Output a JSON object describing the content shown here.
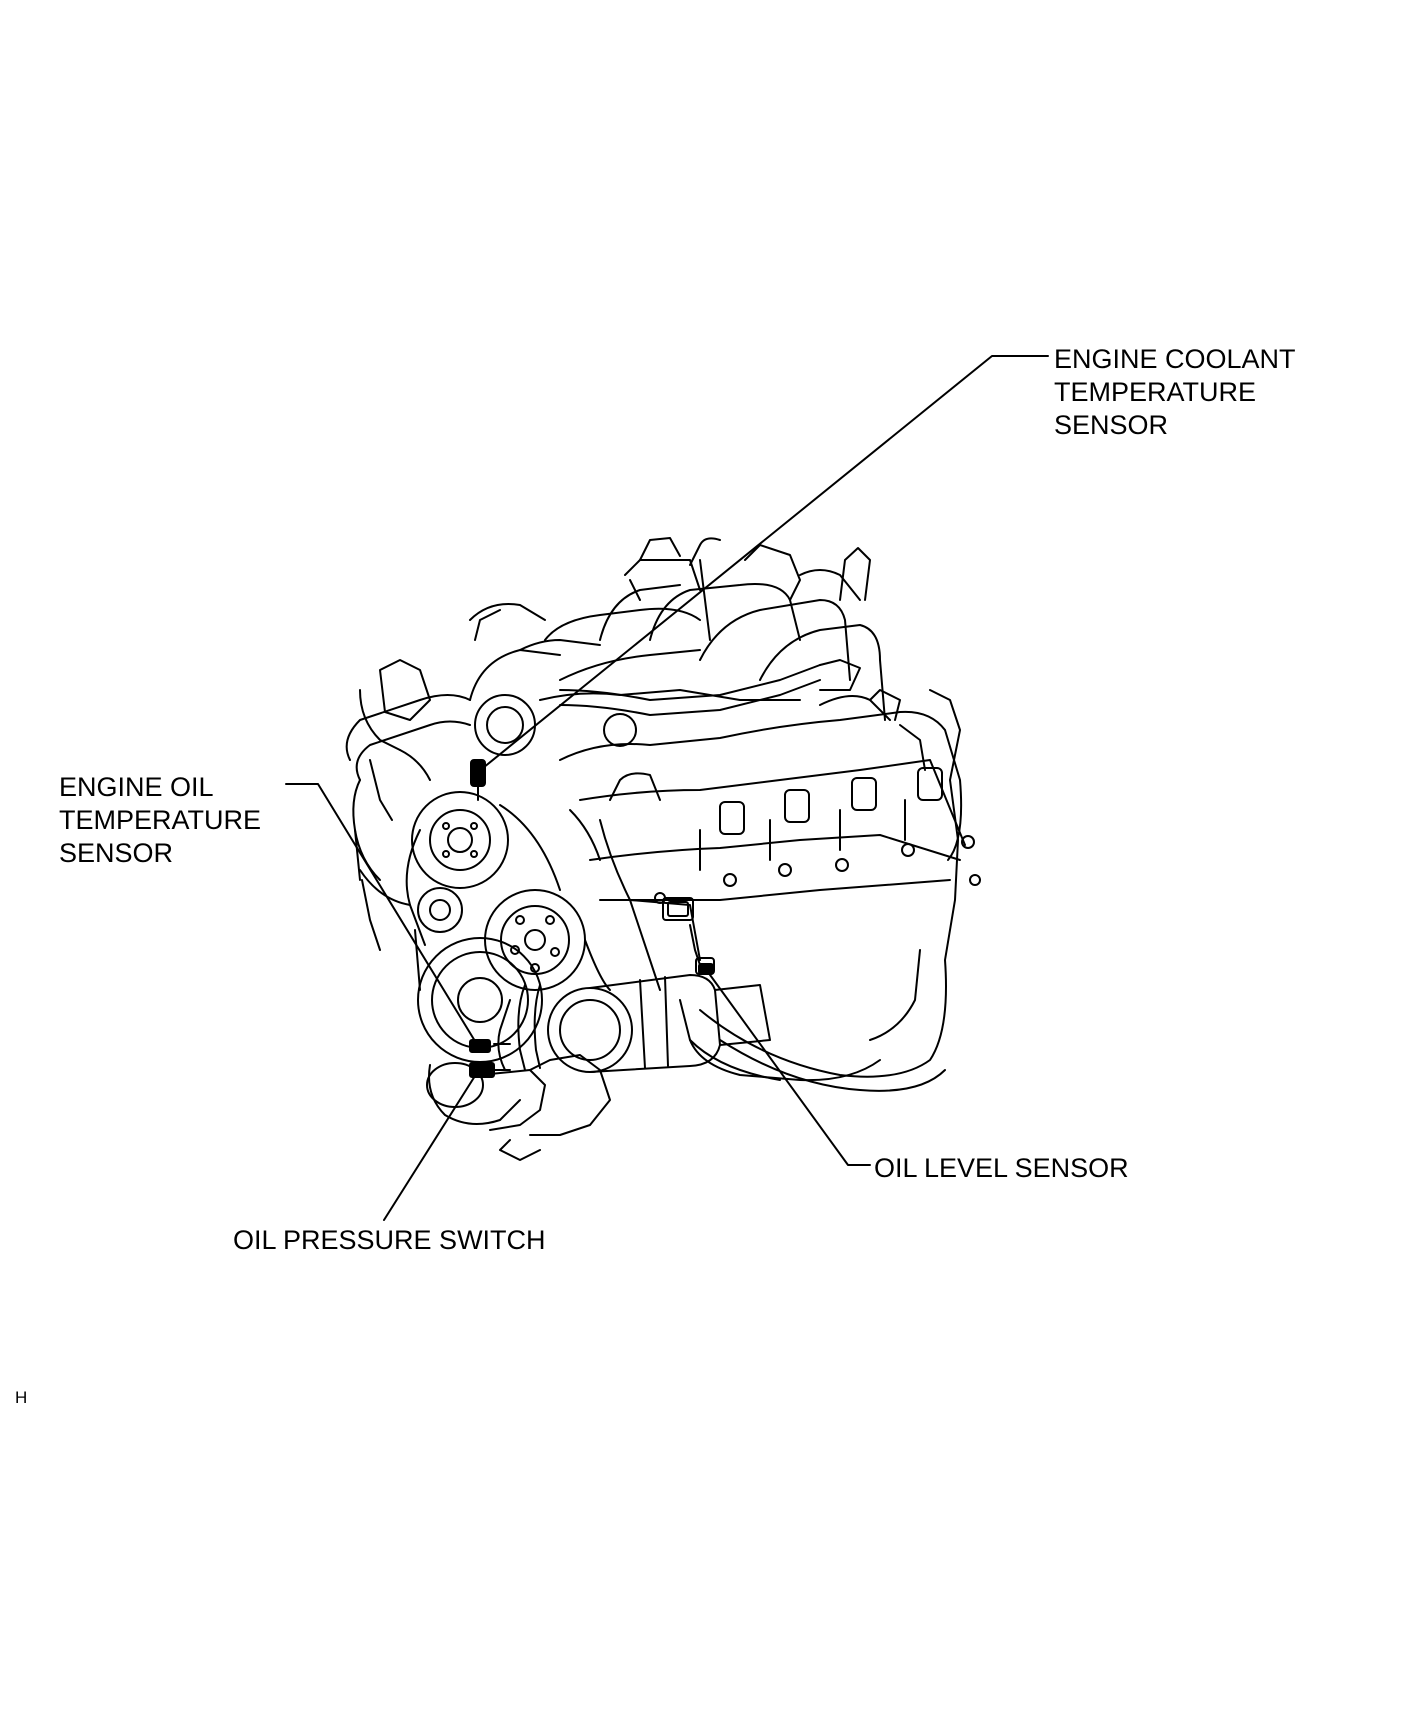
{
  "labels": {
    "engine_coolant_temperature_sensor": "ENGINE COOLANT\nTEMPERATURE\nSENSOR",
    "engine_oil_temperature_sensor": "ENGINE OIL\nTEMPERATURE\nSENSOR",
    "oil_level_sensor": "OIL LEVEL SENSOR",
    "oil_pressure_switch": "OIL PRESSURE SWITCH"
  },
  "figure_code": "H",
  "colors": {
    "line": "#000000",
    "background": "#ffffff"
  }
}
